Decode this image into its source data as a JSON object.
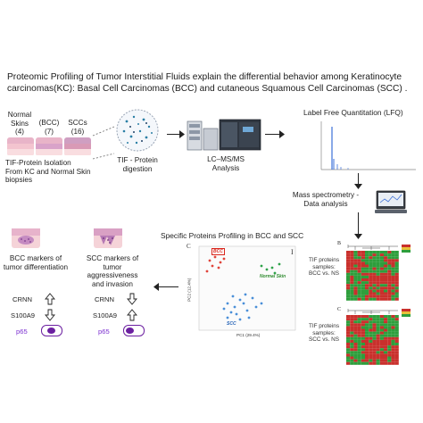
{
  "title_line1": "Proteomic Profiling of Tumor Interstitial Fluids explain the differential behavior among Keratinocyte",
  "title_line2": "carcinomas(KC):  Basal Cell Carcinomas (BCC) and cutaneous Squamous Cell Carcinomas (SCC) .",
  "samples": {
    "normal_l1": "Normal",
    "normal_l2": "Skins",
    "normal_n": "(4)",
    "bcc_l1": "(BCC)",
    "bcc_n": "(7)",
    "scc_l1": "SCCs",
    "scc_n": "(16)"
  },
  "isolation": {
    "l1": "TIF-Protein Isolation",
    "l2": "From KC and Normal Skin",
    "l3": "biopsies"
  },
  "digestion": {
    "l1": "TIF - Protein",
    "l2": "digestion"
  },
  "lcms": {
    "l1": "LC–MS/MS",
    "l2": "Analysis"
  },
  "lfq": "Label Free Quantitation  (LFQ)",
  "ms": {
    "l1": "Mass spectrometry -",
    "l2": "Data analysis"
  },
  "profiling": "Specific Proteins Profiling in  BCC and SCC",
  "pca": {
    "panel": "C",
    "bcc": "BCC",
    "normal": "Normal Skin",
    "scc": "SCC",
    "ylabel": "PC2 (12.4%)",
    "xlabel": "PC1 (29.4%)"
  },
  "heatmap": {
    "panel_i": "I",
    "panel_b": "B",
    "panel_c": "C",
    "top_label_l1": "TIF proteins",
    "top_label_l2": "samples:",
    "top_label_l3": "BCC vs. NS",
    "bot_label_l1": "TIF proteins",
    "bot_label_l2": "samples:",
    "bot_label_l3": "SCC vs. NS",
    "colors": {
      "high": "#c9302c",
      "low": "#2e9e3c"
    }
  },
  "bcc_markers": {
    "l1": "BCC markers of",
    "l2": "tumor differentiation"
  },
  "scc_markers": {
    "l1": "SCC markers of",
    "l2": "tumor aggressiveness",
    "l3": "and invasion"
  },
  "markers": {
    "crnn": "CRNN",
    "s100a9": "S100A9",
    "p65": "p65",
    "p65_color": "#7b2fd0"
  }
}
